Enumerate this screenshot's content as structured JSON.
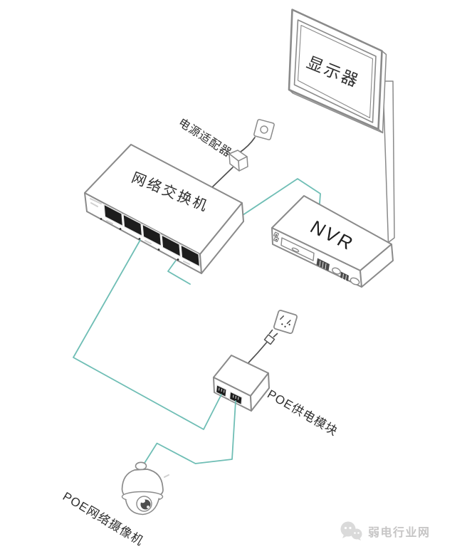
{
  "labels": {
    "monitor": "显示器",
    "power_adapter": "电源适配器",
    "switch": "网络交换机",
    "nvr": "NVR",
    "poe_module": "POE供电模块",
    "camera": "POE网络摄像机"
  },
  "watermark": {
    "text": "弱电行业网",
    "icon": "chat-bubbles-icon"
  },
  "colors": {
    "cable_teal": "#6fbeb5",
    "device_outline": "#8a8a8a",
    "power_cable": "#4f4f4f",
    "label_text": "#2e2e2e",
    "port_fill": "#1d1d1d",
    "watermark_gray": "#c6c5c5",
    "background": "#ffffff"
  }
}
